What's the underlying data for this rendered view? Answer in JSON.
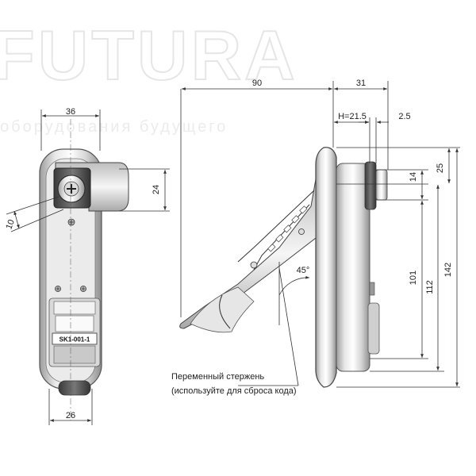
{
  "watermark": {
    "brand": "FUTURA",
    "tagline": "оборудования будущего"
  },
  "front_view": {
    "part_code": "SK1-001-1",
    "dimensions": {
      "width_top": "36",
      "width_bottom": "26",
      "handle_height": "24",
      "handle_offset": "10"
    }
  },
  "side_view": {
    "dimensions": {
      "depth_open": "90",
      "depth_body": "31",
      "h_value": "H=21.5",
      "flange": "2.5",
      "offset_25": "25",
      "offset_14": "14",
      "len_101": "101",
      "len_112": "112",
      "len_142": "142",
      "angle": "45°"
    }
  },
  "callout": {
    "line1": "Переменный стержень",
    "line2": "(используйте для сброса кода)"
  }
}
